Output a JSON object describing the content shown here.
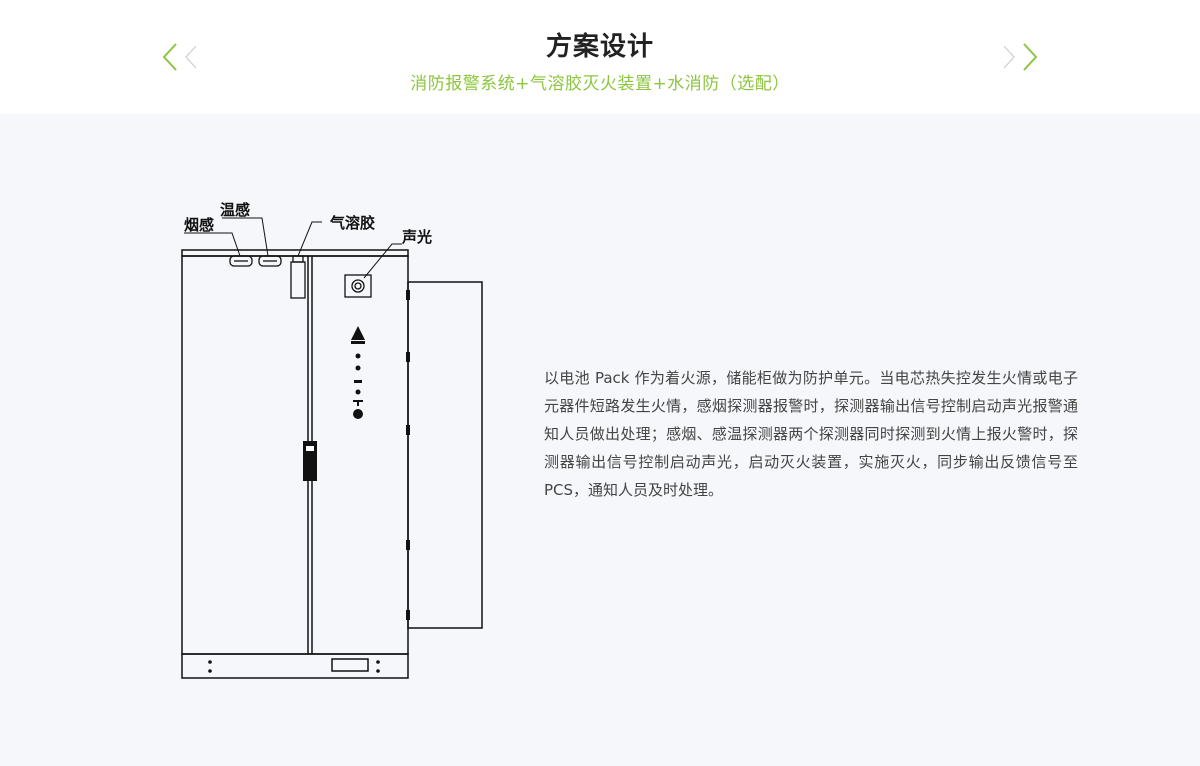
{
  "header": {
    "title": "方案设计",
    "subtitle": "消防报警系统+气溶胶灭火装置+水消防（选配）",
    "accent_color": "#8cc63f",
    "prev_icon": "double-chevron-left-icon",
    "next_icon": "double-chevron-right-icon"
  },
  "diagram": {
    "labels": {
      "smoke": "烟感",
      "temperature": "温感",
      "aerosol": "气溶胶",
      "sound_light": "声光"
    }
  },
  "description": "以电池 Pack 作为着火源，储能柜做为防护单元。当电芯热失控发生火情或电子元器件短路发生火情，感烟探测器报警时，探测器输出信号控制启动声光报警通知人员做出处理；感烟、感温探测器两个探测器同时探测到火情上报火警时，探测器输出信号控制启动声光，启动灭火装置，实施灭火，同步输出反馈信号至 PCS，通知人员及时处理。"
}
